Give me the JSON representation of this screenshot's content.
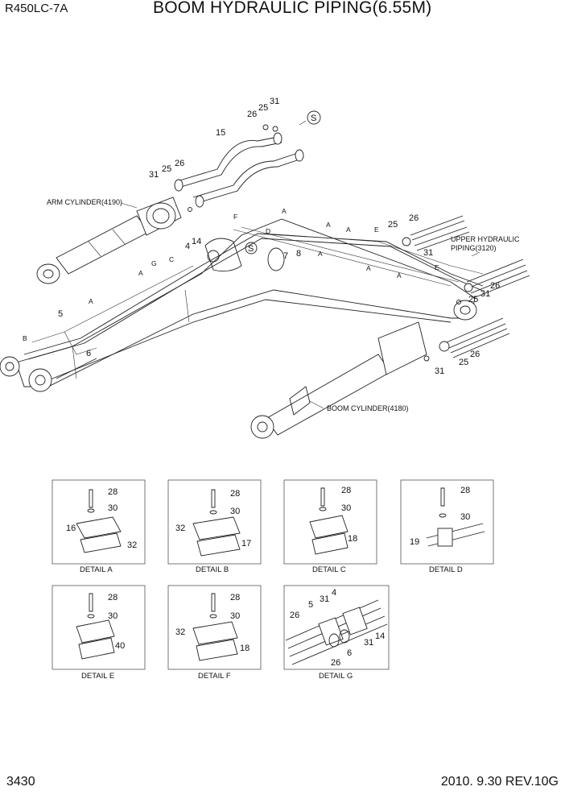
{
  "header": {
    "model": "R450LC-7A",
    "title": "BOOM HYDRAULIC PIPING(6.55M)"
  },
  "footer": {
    "page": "3430",
    "revision": "2010. 9.30  REV.10G"
  },
  "main_labels": {
    "arm_cylinder": "ARM CYLINDER(4190)",
    "boom_cylinder": "BOOM CYLINDER(4180)",
    "upper_piping_1": "UPPER HYDRAULIC",
    "upper_piping_2": "PIPING(3120)",
    "s_mark": "S"
  },
  "callouts": {
    "n31": "31",
    "n25": "25",
    "n26": "26",
    "n15": "15",
    "n4": "4",
    "n14": "14",
    "n5": "5",
    "n6": "6",
    "n7": "7",
    "n8": "8",
    "A": "A",
    "B": "B",
    "C": "C",
    "D": "D",
    "E": "E",
    "F": "F",
    "G": "G"
  },
  "details": [
    {
      "caption": "DETAIL  A",
      "parts": [
        "28",
        "30",
        "16",
        "32"
      ]
    },
    {
      "caption": "DETAIL  B",
      "parts": [
        "28",
        "30",
        "32",
        "17"
      ]
    },
    {
      "caption": "DETAIL  C",
      "parts": [
        "28",
        "30",
        "18"
      ]
    },
    {
      "caption": "DETAIL  D",
      "parts": [
        "28",
        "30",
        "19"
      ]
    },
    {
      "caption": "DETAIL  E",
      "parts": [
        "28",
        "30",
        "40"
      ]
    },
    {
      "caption": "DETAIL  F",
      "parts": [
        "28",
        "30",
        "32",
        "18"
      ]
    },
    {
      "caption": "DETAIL  G",
      "parts": [
        "4",
        "5",
        "31",
        "26",
        "6",
        "31",
        "14",
        "26"
      ]
    }
  ]
}
